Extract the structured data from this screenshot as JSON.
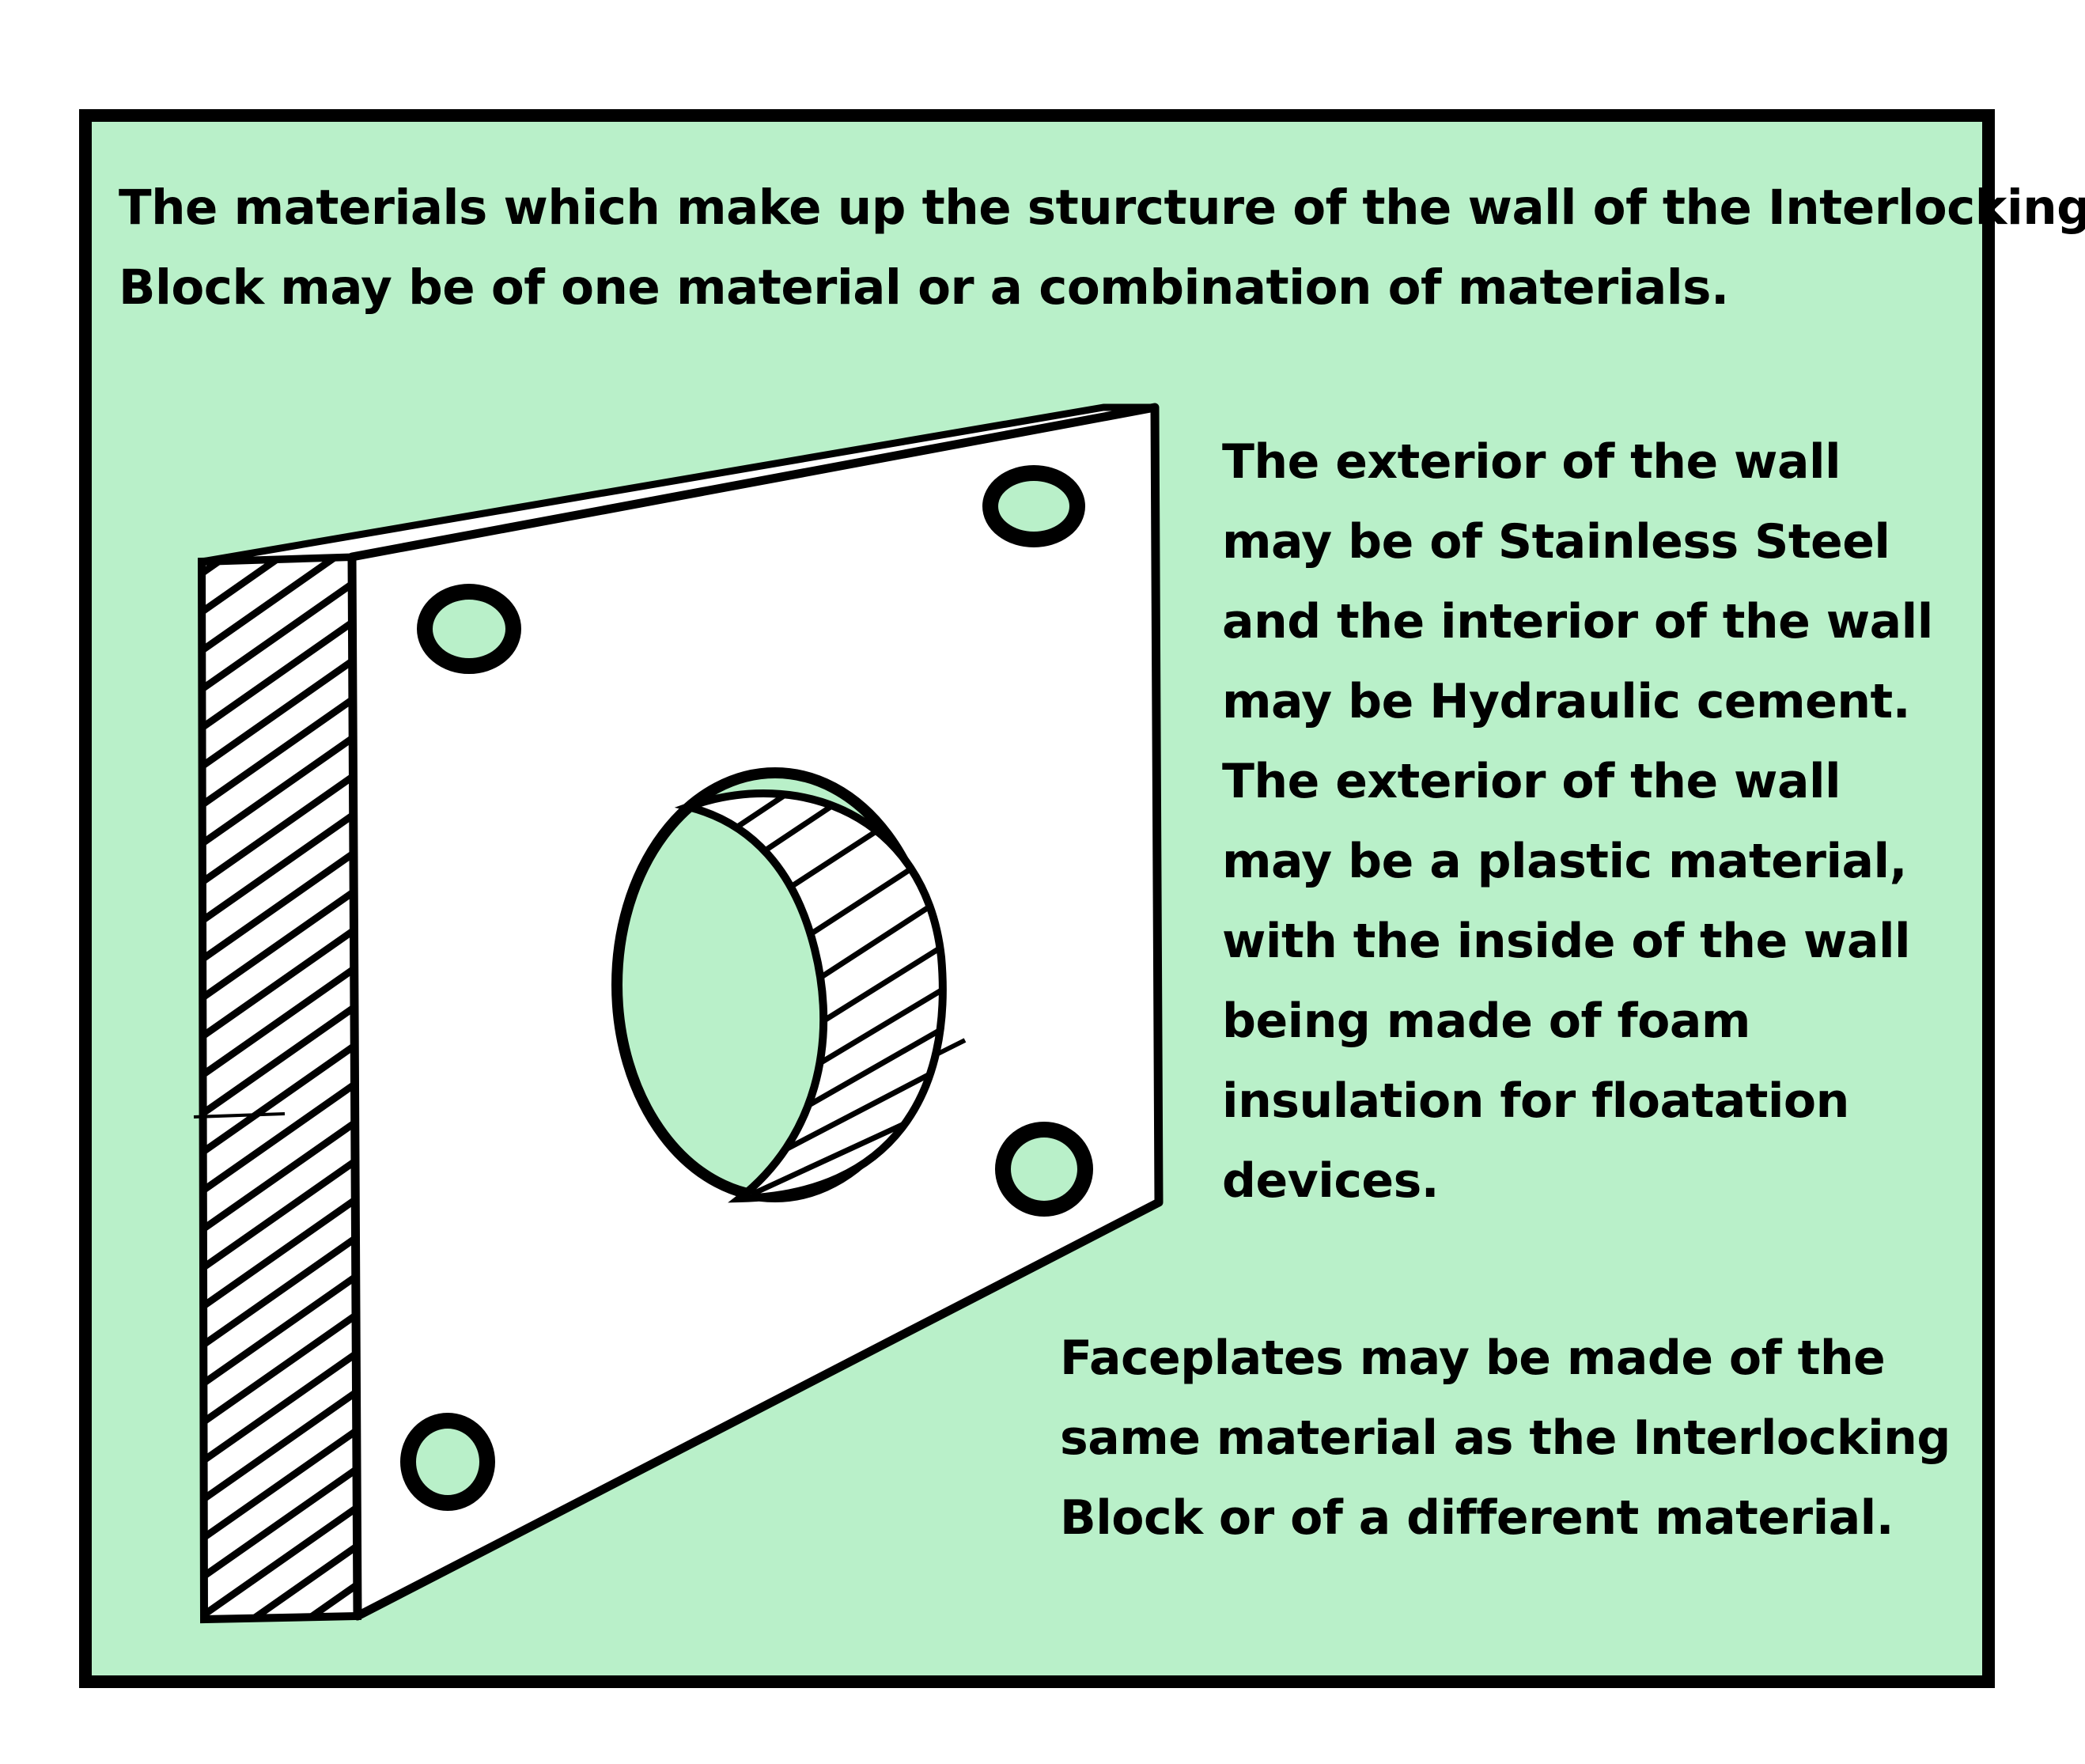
{
  "colors": {
    "panel_background": "#b9f0c9",
    "panel_border": "#000000",
    "plate_face": "#ffffff",
    "ink": "#000000"
  },
  "intro": {
    "lines": [
      "The materials which make up the sturcture of the wall of the Interlocking",
      "Block may be of one material or a combination of materials."
    ]
  },
  "materials_note": {
    "lines": [
      "The exterior of the wall",
      "may be of Stainless Steel",
      "and the interior of the wall",
      "may be Hydraulic cement.",
      "The exterior of the wall",
      "may be a plastic material,",
      "with the inside of the wall",
      "being made of foam",
      "insulation for floatation",
      "devices."
    ]
  },
  "faceplate_note": {
    "lines": [
      "Faceplates may be made of the",
      "same material as the Interlocking",
      "Block or of a different material."
    ]
  }
}
